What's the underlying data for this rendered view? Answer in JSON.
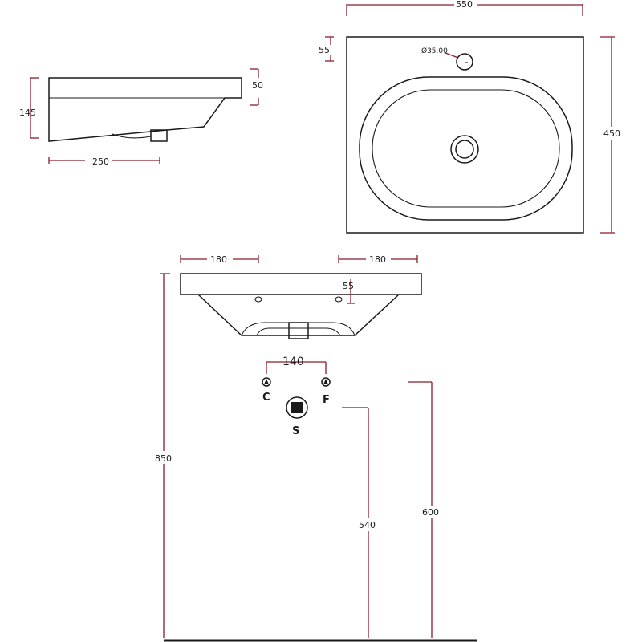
{
  "side_view": {
    "dim_height": "145",
    "dim_rim": "50",
    "dim_depth": "250"
  },
  "top_view": {
    "dim_width": "550",
    "dim_depth": "450",
    "dim_tap_offset": "55",
    "tap_hole_label": "Ø35.00"
  },
  "front_view": {
    "dim_left_hole": "180",
    "dim_right_hole": "180",
    "dim_rim_offset": "55",
    "dim_connections_spacing": "140",
    "label_cold": "C",
    "label_hot": "F",
    "label_waste": "S",
    "dim_rim_height": "850",
    "dim_waste_height": "540",
    "dim_supply_height": "600"
  }
}
